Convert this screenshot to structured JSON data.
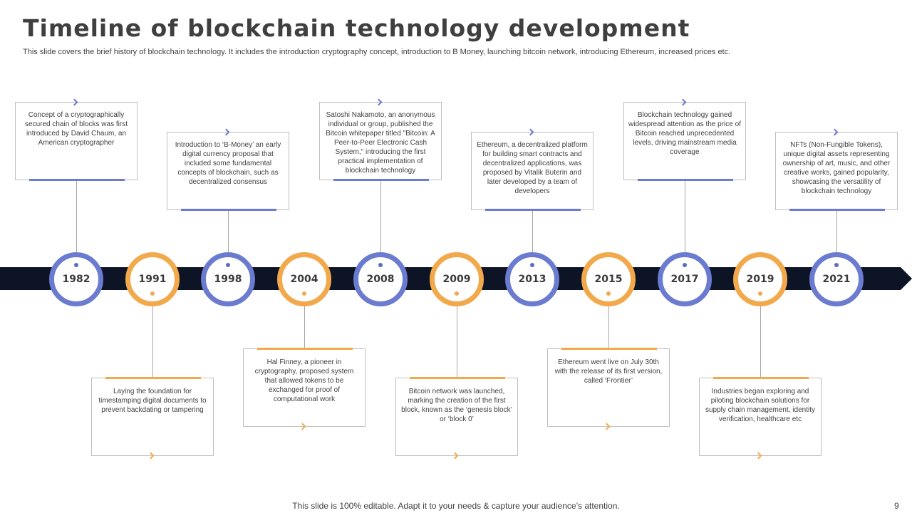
{
  "slide": {
    "title": "Timeline of blockchain technology development",
    "subtitle": "This slide covers the brief history of blockchain technology. It includes the introduction cryptography concept, introduction to B Money,  launching bitcoin network, introducing Ethereum, increased prices etc.",
    "footer": "This slide is 100% editable. Adapt it to your needs & capture your audience’s attention.",
    "page_number": "9"
  },
  "colors": {
    "blue": "#6a7bd0",
    "orange": "#f2a94b",
    "band": "#0c1426"
  },
  "events": [
    {
      "year": "1982",
      "color": "blue",
      "text": "Concept of a cryptographically secured chain of blocks was first introduced by David Chaum, an American cryptographer"
    },
    {
      "year": "1991",
      "color": "orange",
      "text": "Laying the foundation for timestamping digital documents to prevent backdating or tampering"
    },
    {
      "year": "1998",
      "color": "blue",
      "text": "Introduction to ‘B-Money’ an early digital currency proposal that included some fundamental concepts of blockchain, such as decentralized consensus"
    },
    {
      "year": "2004",
      "color": "orange",
      "text": "Hal Finney, a pioneer in cryptography, proposed system that allowed tokens to be exchanged for proof of computational work"
    },
    {
      "year": "2008",
      "color": "blue",
      "text": "Satoshi Nakamoto, an anonymous individual or group, published the Bitcoin whitepaper titled \"Bitcoin: A Peer-to-Peer Electronic Cash System,\" introducing the first practical implementation of blockchain technology"
    },
    {
      "year": "2009",
      "color": "orange",
      "text": "Bitcoin network was launched, marking the creation of the first block, known as the ‘genesis block’ or ‘block 0’"
    },
    {
      "year": "2013",
      "color": "blue",
      "text": "Ethereum, a decentralized platform for building smart contracts and decentralized applications, was proposed by Vitalik Buterin and later developed by a team of developers"
    },
    {
      "year": "2015",
      "color": "orange",
      "text": "Ethereum went live on July 30th with the release of its first version, called ‘Frontier’"
    },
    {
      "year": "2017",
      "color": "blue",
      "text": "Blockchain technology gained widespread attention as the price of Bitcoin reached unprecedented levels, driving mainstream media coverage"
    },
    {
      "year": "2019",
      "color": "orange",
      "text": "Industries began exploring and piloting blockchain solutions for supply chain management, identity verification, healthcare etc"
    },
    {
      "year": "2021",
      "color": "blue",
      "text": "NFTs (Non-Fungible Tokens), unique digital assets representing ownership of art, music, and other creative works, gained popularity, showcasing the versatility of blockchain technology"
    }
  ]
}
